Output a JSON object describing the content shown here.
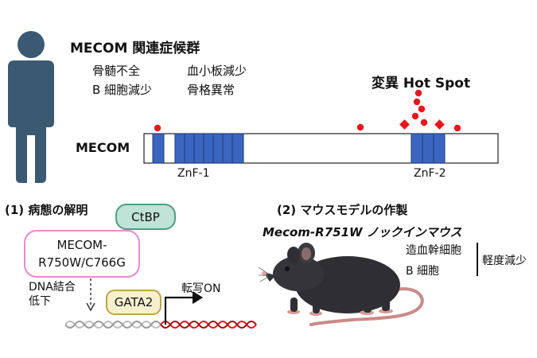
{
  "syndrome": {
    "title": "MECOM 関連症候群",
    "symptoms": [
      "骨髄不全",
      "血小板減少",
      "B 細胞減少",
      "骨格異常"
    ]
  },
  "gene": {
    "label": "MECOM",
    "hotspot_label": "変異 Hot Spot",
    "domain1_label": "ZnF-1",
    "domain2_label": "ZnF-2",
    "colors": {
      "domain": "#3a66c0",
      "mutation": "#e3191b"
    }
  },
  "section1": {
    "title": "(1) 病態の解明",
    "ctbp_label": "CtBP",
    "mutant_label_line1": "MECOM-",
    "mutant_label_line2": "R750W/C766G",
    "dna_binding_line1": "DNA結合",
    "dna_binding_line2": "低下",
    "gata2_label": "GATA2",
    "transcription_label": "転写ON",
    "colors": {
      "ctbp_fill": "#bfe3d6",
      "ctbp_stroke": "#4f9d86",
      "mutant_stroke": "#e58ad0",
      "gata2_fill": "#f6f0cf",
      "gata2_stroke": "#b9a64d"
    }
  },
  "section2": {
    "title": "(2) マウスモデルの作製",
    "mouse_line_label": "Mecom-R751W ノックインマウス",
    "effect1": "造血幹細胞",
    "effect2": "B 細胞",
    "effect_summary": "軽度減少"
  }
}
